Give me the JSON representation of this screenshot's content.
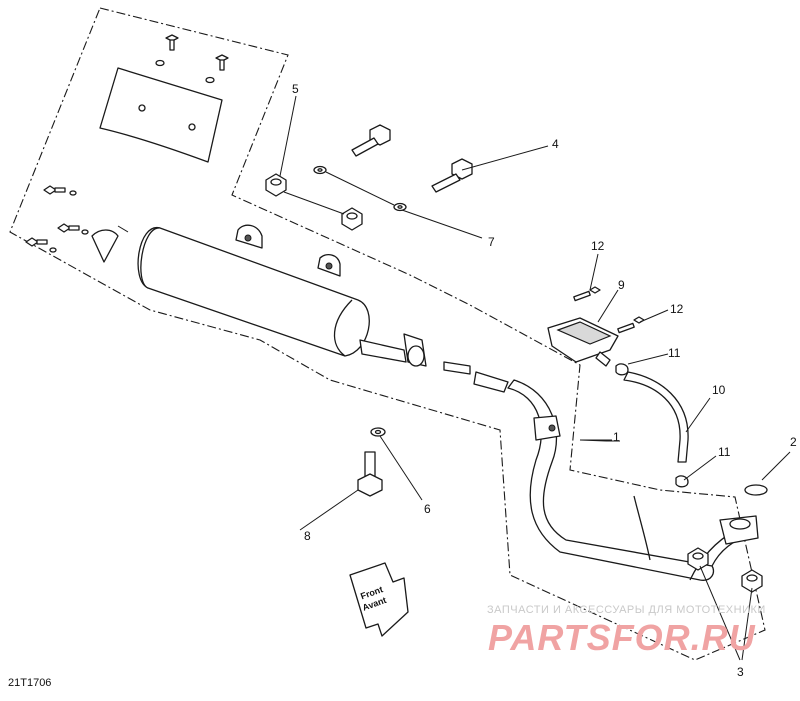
{
  "diagram": {
    "reference_code": "21T1706",
    "direction_label": {
      "line1": "Front",
      "line2": "Avant"
    },
    "callouts": [
      "1",
      "2",
      "3",
      "4",
      "5",
      "6",
      "7",
      "8",
      "9",
      "10",
      "11",
      "11",
      "12",
      "12"
    ],
    "watermark": {
      "tagline": "ЗАПЧАСТИ И АКСЕССУАРЫ ДЛЯ МОТОТЕХНИКИ",
      "brand": "PARTSFOR.RU"
    }
  }
}
